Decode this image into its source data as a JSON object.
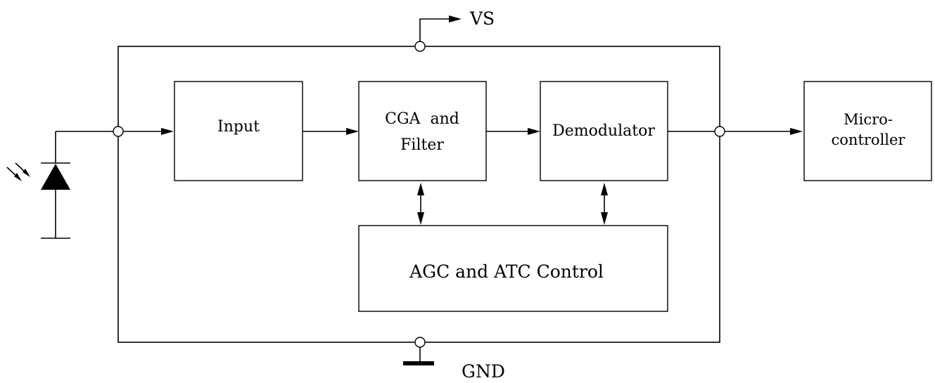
{
  "diagram": {
    "supply_label": "VS",
    "ground_label": "GND",
    "blocks": {
      "input": "Input",
      "cga_filter": [
        "CGA  and",
        "Filter"
      ],
      "demodulator": "Demodulator",
      "agc_atc": "AGC and ATC Control",
      "microcontroller": [
        "Micro-",
        "controller"
      ]
    }
  }
}
